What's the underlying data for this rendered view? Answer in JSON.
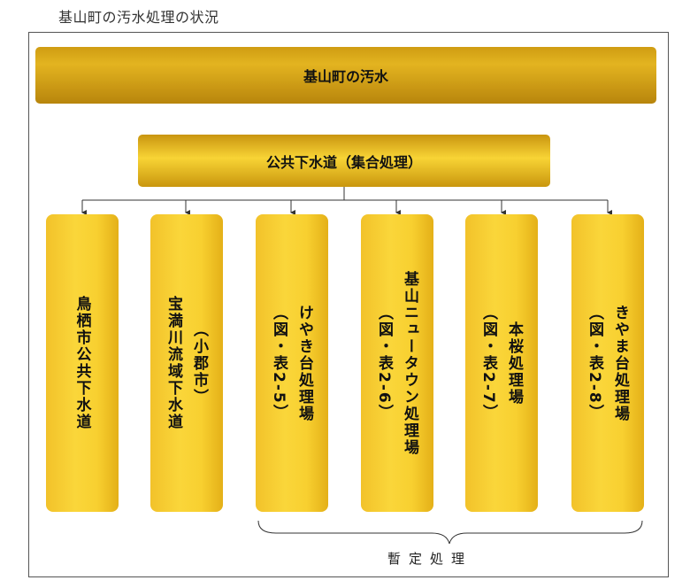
{
  "page_title": "基山町の汚水処理の状況",
  "top_box": "基山町の汚水",
  "mid_box": "公共下水道（集合処理）",
  "columns": [
    {
      "name": "鳥栖市公共下水道",
      "sub": ""
    },
    {
      "name": "宝満川流域下水道",
      "sub": "（小郡市）"
    },
    {
      "name": "けやき台処理場",
      "sub": "（図・表2-5）"
    },
    {
      "name": "基山ニュータウン処理場",
      "sub": "（図・表2-6）"
    },
    {
      "name": "本桜処理場",
      "sub": "（図・表2-7）"
    },
    {
      "name": "きやま台処理場",
      "sub": "（図・表2-8）"
    }
  ],
  "brace_label": "暫定処理",
  "colors": {
    "gold_dark": "#b8850c",
    "gold_light": "#fad63a",
    "line": "#333333"
  }
}
